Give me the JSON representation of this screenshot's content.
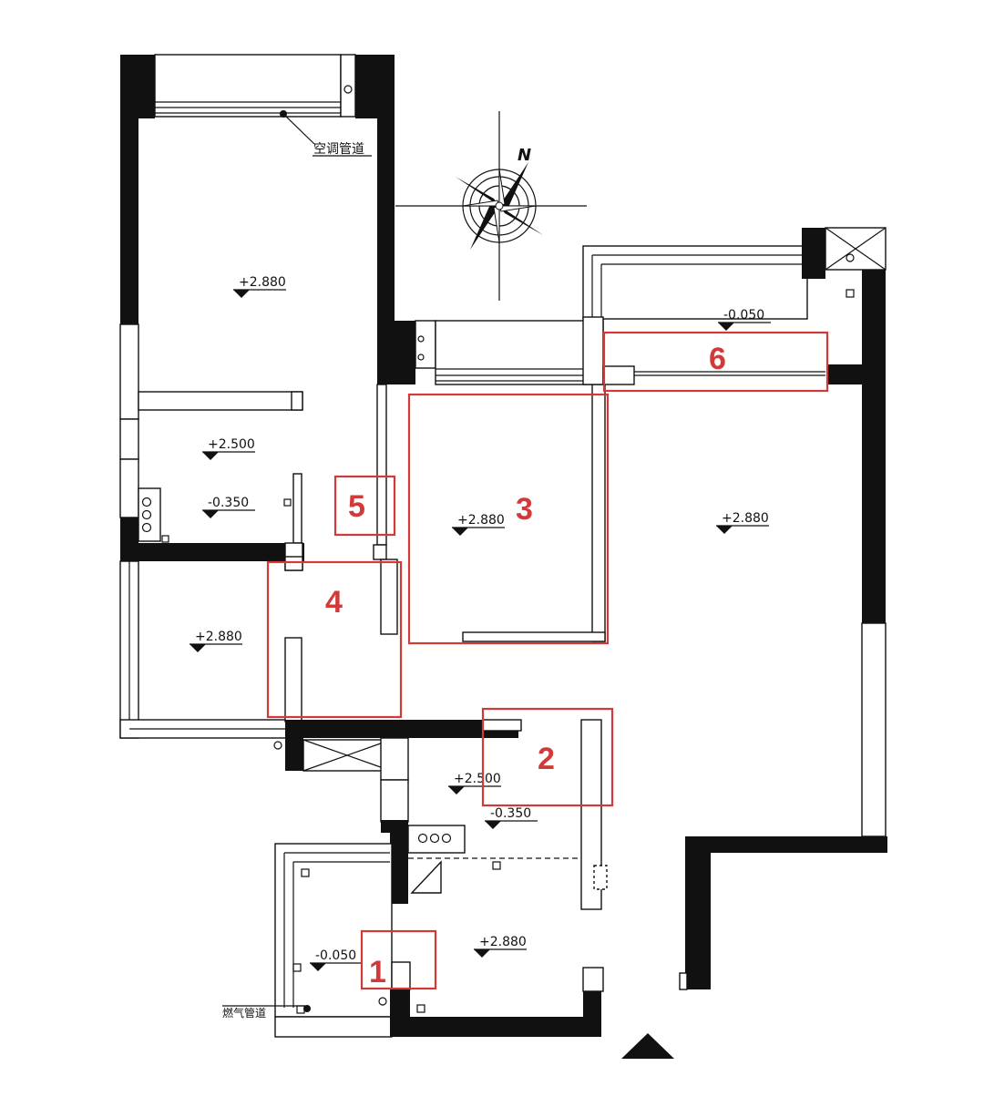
{
  "labels": {
    "ac_duct": "空调管道",
    "gas_pipe": "燃气管道",
    "north": "N"
  },
  "levels": [
    {
      "key": "master_bedroom",
      "text": "+2.880"
    },
    {
      "key": "bath_top",
      "text": "+2.500"
    },
    {
      "key": "bath_top_floor",
      "text": "-0.350"
    },
    {
      "key": "bedroom_left",
      "text": "+2.880"
    },
    {
      "key": "room3",
      "text": "+2.880"
    },
    {
      "key": "living",
      "text": "+2.880"
    },
    {
      "key": "balcony",
      "text": "-0.050"
    },
    {
      "key": "bath_bottom",
      "text": "+2.500"
    },
    {
      "key": "bath_bottom_floor",
      "text": "-0.350"
    },
    {
      "key": "kitchen",
      "text": "+2.880"
    },
    {
      "key": "kitchen_balcony",
      "text": "-0.050"
    }
  ],
  "highlights": [
    {
      "number": "1",
      "color": "#d23a3a"
    },
    {
      "number": "2",
      "color": "#d23a3a"
    },
    {
      "number": "3",
      "color": "#d23a3a"
    },
    {
      "number": "4",
      "color": "#d23a3a"
    },
    {
      "number": "5",
      "color": "#d23a3a"
    },
    {
      "number": "6",
      "color": "#d23a3a"
    }
  ],
  "colors": {
    "wall": "#111111",
    "highlight": "#d23a3a",
    "background": "#ffffff"
  }
}
